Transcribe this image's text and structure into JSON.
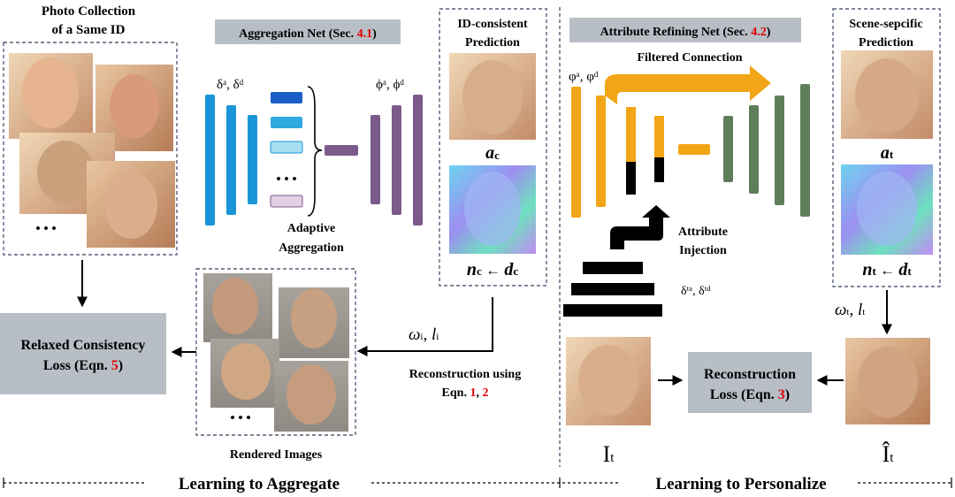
{
  "left": {
    "photo_title_line1": "Photo Collection",
    "photo_title_line2": "of a Same ID",
    "ellipsis": "• • •",
    "agg_title_text": "Aggregation Net (Sec. ",
    "agg_title_ref": "4.1",
    "agg_title_close": ")",
    "delta_label": "δᵃ, δᵈ",
    "phi_label": "ϕᵃ, ϕᵈ",
    "adaptive_line1": "Adaptive",
    "adaptive_line2": "Aggregation",
    "dots": "• • •",
    "id_pred_line1": "ID-consistent",
    "id_pred_line2": "Prediction",
    "a_c": "a",
    "a_c_sub": "c",
    "n_c": "n",
    "n_c_sub": "c",
    "arrow_left": " ← ",
    "d_c": "d",
    "d_c_sub": "c",
    "relaxed_line1": "Relaxed Consistency",
    "relaxed_line2": "Loss (Eqn. ",
    "relaxed_ref": "5",
    "relaxed_close": ")",
    "omega_i": "ω",
    "omega_i_sub": "i",
    "l_i": ", l",
    "l_i_sub": "i",
    "recon_using_line1": "Reconstruction using",
    "recon_using_line2": "Eqn. ",
    "recon_ref1": "1",
    "recon_comma": ", ",
    "recon_ref2": "2",
    "rendered_ellipsis": "• • •",
    "rendered_label": "Rendered Images",
    "footer": "Learning to Aggregate"
  },
  "right": {
    "arn_title_text": "Attribute Refining Net (Sec. ",
    "arn_title_ref": "4.2",
    "arn_title_close": ")",
    "phi_label": "φᵃ, φᵈ",
    "filtered": "Filtered  Connection",
    "injection_line1": "Attribute",
    "injection_line2": "Injection",
    "delta_t_label": "δᵗᵃ, δᵗᵈ",
    "scene_line1": "Scene-sepcific",
    "scene_line2": "Prediction",
    "a_t": "a",
    "a_t_sub": "t",
    "n_t": "n",
    "n_t_sub": "t",
    "arrow_left": " ← ",
    "d_t": "d",
    "d_t_sub": "t",
    "omega_t": "ω",
    "omega_t_sub": "t",
    "l_t": ", l",
    "l_t_sub": "t",
    "recon_line1": "Reconstruction",
    "recon_line2": "Loss (Eqn. ",
    "recon_ref": "3",
    "recon_close": ")",
    "I_t": "I",
    "I_t_sub": "t",
    "I_hat": "Î",
    "I_hat_sub": "t",
    "footer": "Learning to Personalize"
  },
  "colors": {
    "blue": "#1a96d8",
    "purple": "#7b5a8c",
    "orange": "#f2a516",
    "green": "#5e7e5a",
    "gray_box": "#b8bec5",
    "dash": "#55607a"
  }
}
